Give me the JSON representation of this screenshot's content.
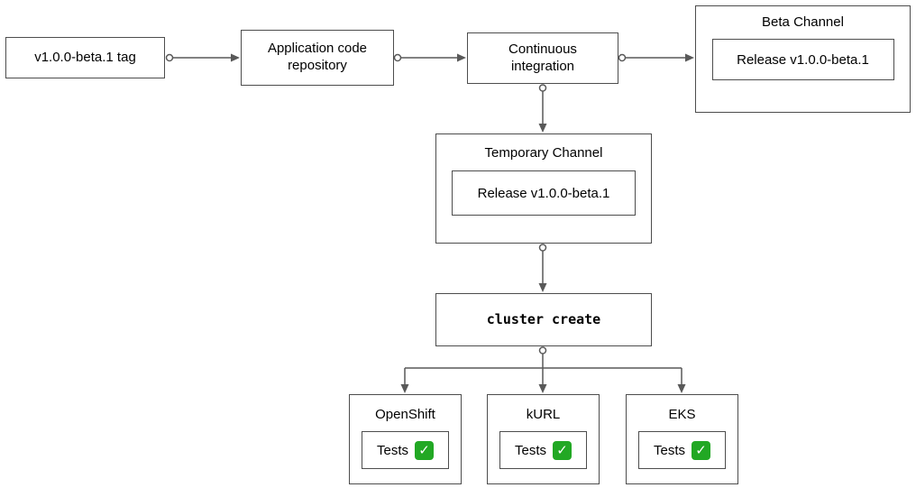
{
  "diagram": {
    "check_glyph": "✓",
    "nodes": {
      "tag": {
        "label": "v1.0.0-beta.1 tag"
      },
      "repo": {
        "label": "Application code repository"
      },
      "ci": {
        "label": "Continuous integration"
      },
      "beta_channel": {
        "title": "Beta Channel",
        "release_label": "Release v1.0.0-beta.1"
      },
      "temporary_channel": {
        "title": "Temporary Channel",
        "release_label": "Release v1.0.0-beta.1"
      },
      "cluster_create": {
        "label": "cluster create"
      }
    },
    "environments": [
      {
        "title": "OpenShift",
        "tests_label": "Tests",
        "status": "passed"
      },
      {
        "title": "kURL",
        "tests_label": "Tests",
        "status": "passed"
      },
      {
        "title": "EKS",
        "tests_label": "Tests",
        "status": "passed"
      }
    ],
    "colors": {
      "box_border": "#4d4d4d",
      "connector": "#595959",
      "check_background": "#22a824",
      "check_mark": "#ffffff",
      "background": "#ffffff"
    }
  }
}
